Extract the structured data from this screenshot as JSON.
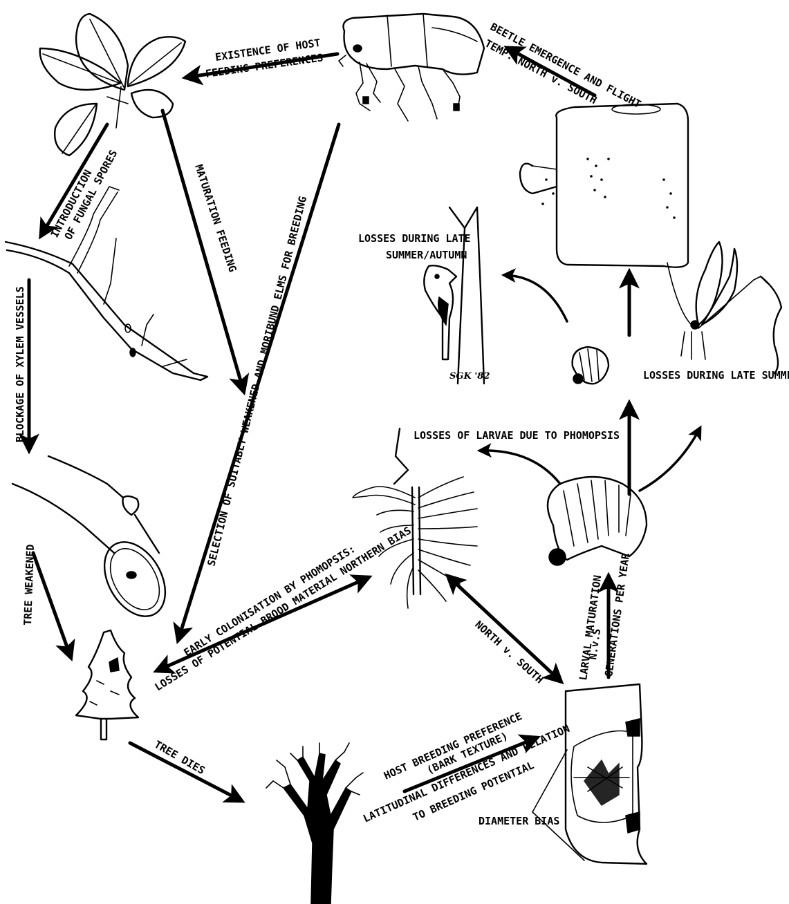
{
  "labels": {
    "host_feeding": [
      "EXISTENCE OF HOST",
      "FEEDING PREFERENCES"
    ],
    "beetle_emergence": [
      "BEETLE EMERGENCE AND FLIGHT",
      "TEMP. NORTH v. SOUTH"
    ],
    "fungal_spores": [
      "INTRODUCTION",
      "OF FUNGAL SPORES"
    ],
    "maturation_feeding": "MATURATION FEEDING",
    "selection": "SELECTION OF SUITABLY WEAKENED AND MORIBUND ELMS FOR BREEDING",
    "xylem": "BLOCKAGE OF XYLEM VESSELS",
    "losses_late_summer_autumn": [
      "LOSSES DURING LATE",
      "SUMMER/AUTUMN"
    ],
    "losses_late_summer": "LOSSES DURING LATE SUMMER",
    "losses_larvae": "LOSSES OF LARVAE DUE TO PHOMOPSIS",
    "tree_weakened": "TREE WEAKENED",
    "early_colonisation": [
      "EARLY COLONISATION BY PHOMOPSIS:",
      "LOSSES OF POTENTIAL BROOD MATERIAL NORTHERN BIAS"
    ],
    "north_south": "NORTH v. SOUTH",
    "larval_maturation": [
      "LARVAL MATURATION",
      "N.v.S",
      "GENERATIONS PER YEAR"
    ],
    "tree_dies": "TREE DIES",
    "host_breeding": [
      "HOST BREEDING PREFERENCE",
      "(BARK TEXTURE)"
    ],
    "latitudinal": [
      "LATITUDINAL DIFFERENCES AND RELATION",
      "TO BREEDING POTENTIAL"
    ],
    "diameter_bias": "DIAMETER BIAS",
    "signature": "SGK '82"
  }
}
